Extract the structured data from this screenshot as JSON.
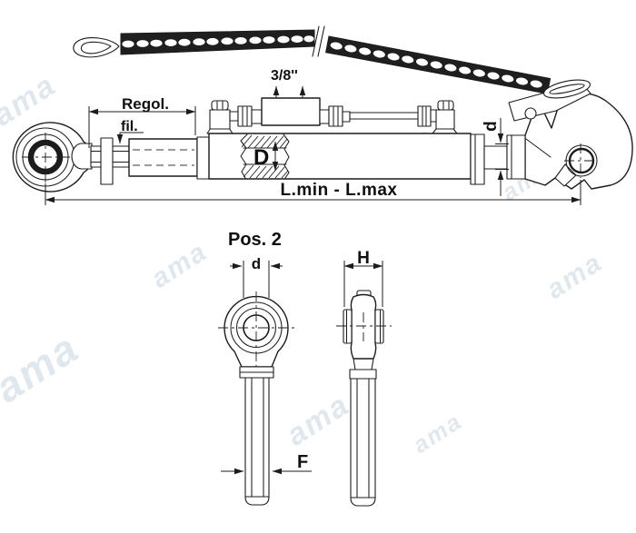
{
  "drawing": {
    "watermark": "ama",
    "colors": {
      "line": "#1c1c1c",
      "background": "#ffffff",
      "watermark": "#9bb2c3"
    },
    "top_view": {
      "labels": {
        "hose_size": "3/8''",
        "adjustment_range": "Regol.",
        "thread": "fil.",
        "inner_diameter": "D",
        "rod_diameter": "d",
        "length_range": "L.min - L.max"
      }
    },
    "detail_view": {
      "title": "Pos. 2",
      "labels": {
        "bore_diameter": "d",
        "head_width": "H",
        "shank_diameter": "F"
      }
    }
  }
}
